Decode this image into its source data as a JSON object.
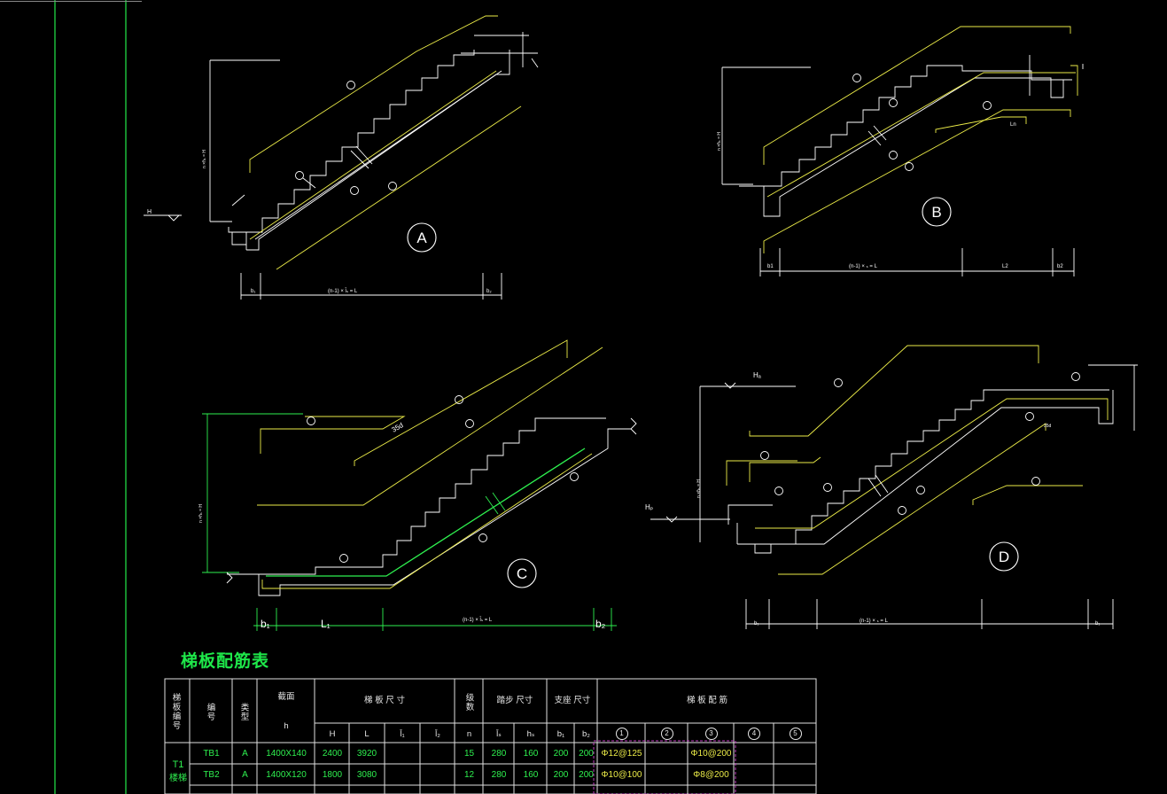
{
  "panels": [
    {
      "label": "A",
      "dims": {
        "b1": "b₁",
        "span": "(n-1)  × l̄ₛ = L",
        "b2": "b₂"
      },
      "heights": "n ×h̄ₛ = H",
      "level": "H"
    },
    {
      "label": "B",
      "dims": {
        "b1": "b1",
        "span": "(n-1)  ×  ₛ = L",
        "l2": "L2",
        "b2": "b2"
      },
      "heights": "n ×h̄ₛ = H",
      "ln": "Ln"
    },
    {
      "label": "C",
      "dims": {
        "b1": "b₁",
        "l1": "L₁",
        "span": "(n-1)  × l̄ₛ = L",
        "b2": "b₂"
      },
      "heights": "n ×h̄ₛ = H",
      "anchor": "35d"
    },
    {
      "label": "D",
      "dims": {
        "b1": "b₁",
        "span": "(n-1)  ×  ₛ = L",
        "b2": "b₁"
      },
      "heights": "n ×h̄ₛ = H",
      "level_top": "Hₐ",
      "level_bot": "Hₚ",
      "anchor": "35d"
    }
  ],
  "table": {
    "title": "梯板配筋表",
    "headers": {
      "group": "梯板编号",
      "code": "编号",
      "type": "类型",
      "section": "截面",
      "section_sub": "h",
      "dims": "梯  板  尺 寸",
      "steps": "级数",
      "tread": "踏步 尺寸",
      "support": "支座 尺寸",
      "rebar": "梯  板  配  筋"
    },
    "sub_headers": [
      "H",
      "L",
      "l̄₁",
      "l̄₂",
      "n",
      "l̄ₛ",
      "hₛ",
      "b₁",
      "b₂"
    ],
    "rebar_cols": [
      "1",
      "2",
      "3",
      "4",
      "5"
    ],
    "group_label": "T1",
    "group_label2": "楼梯",
    "rows": [
      {
        "code": "TB1",
        "type": "A",
        "section": "1400X140",
        "H": "2400",
        "L": "3920",
        "l1": "",
        "l2": "",
        "n": "15",
        "ls": "280",
        "hs": "160",
        "b1": "200",
        "b2": "200",
        "r1": "Φ12@125",
        "r2": "",
        "r3": "Φ10@200",
        "r4": "",
        "r5": ""
      },
      {
        "code": "TB2",
        "type": "A",
        "section": "1400X120",
        "H": "1800",
        "L": "3080",
        "l1": "",
        "l2": "",
        "n": "12",
        "ls": "280",
        "hs": "160",
        "b1": "200",
        "b2": "200",
        "r1": "Φ10@100",
        "r2": "",
        "r3": "Φ8@200",
        "r4": "",
        "r5": ""
      }
    ]
  },
  "colors": {
    "background": "#000000",
    "line": "#ffffff",
    "yellow": "#ecec48",
    "green": "#2ef04f",
    "magenta": "#c03ec0"
  }
}
